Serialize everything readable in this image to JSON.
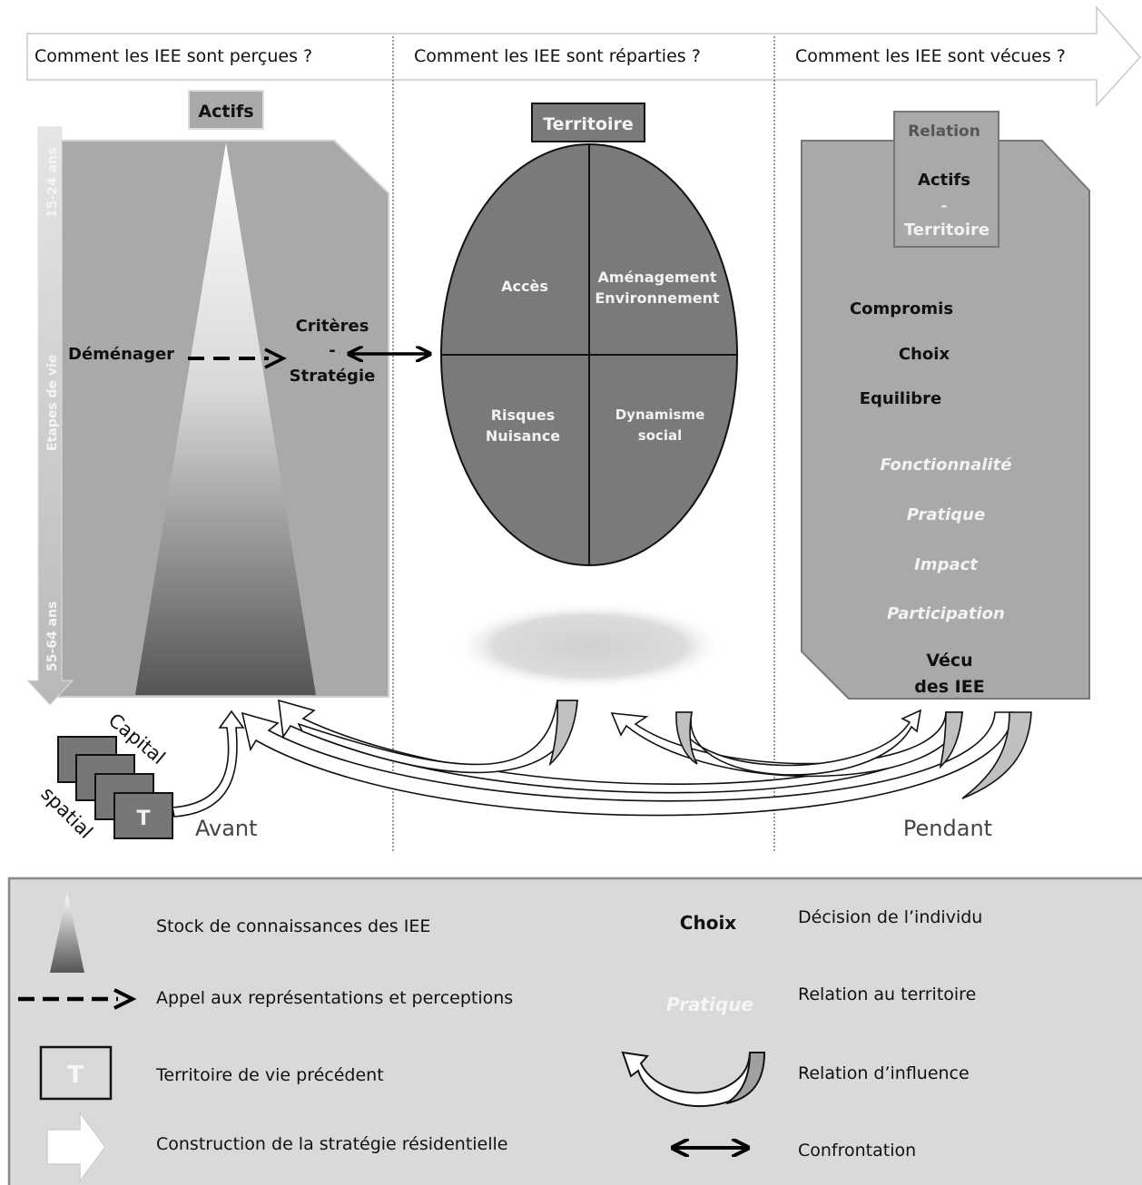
{
  "header": {
    "col1": "Comment les IEE sont perçues ?",
    "col2": "Comment les IEE sont réparties ?",
    "col3": "Comment les IEE sont vécues ?"
  },
  "left": {
    "actifs": "Actifs",
    "age_top": "15-24 ans",
    "age_mid": "Etapes de vie",
    "age_bottom": "55-64 ans",
    "demenager": "Déménager",
    "criteres1": "Critères",
    "criteres2": "-",
    "criteres3": "Stratégie",
    "capital": "Capital",
    "spatial": "spatial",
    "t_label": "T",
    "avant": "Avant"
  },
  "middle": {
    "territoire": "Territoire",
    "acces": "Accès",
    "amenagement1": "Aménagement",
    "amenagement2": "Environnement",
    "risques1": "Risques",
    "risques2": "Nuisance",
    "dynamisme1": "Dynamisme",
    "dynamisme2": "social"
  },
  "right": {
    "relation": "Relation",
    "actifs": "Actifs",
    "dash": "-",
    "territoire": "Territoire",
    "compromis": "Compromis",
    "choix": "Choix",
    "equilibre": "Equilibre",
    "fonctionnalite": "Fonctionnalité",
    "pratique": "Pratique",
    "impact": "Impact",
    "participation": "Participation",
    "vecu1": "Vécu",
    "vecu2": "des IEE",
    "pendant": "Pendant"
  },
  "legend": {
    "stock": "Stock de connaissances des IEE",
    "appel": "Appel aux représentations et perceptions",
    "territoire_prec": "Territoire de vie précédent",
    "t_label": "T",
    "construction": "Construction de la stratégie résidentielle",
    "choix_sample": "Choix",
    "decision": "Décision de l’individu",
    "pratique_sample": "Pratique",
    "relation_territoire": "Relation au territoire",
    "relation_influence": "Relation d’influence",
    "confrontation": "Confrontation"
  }
}
